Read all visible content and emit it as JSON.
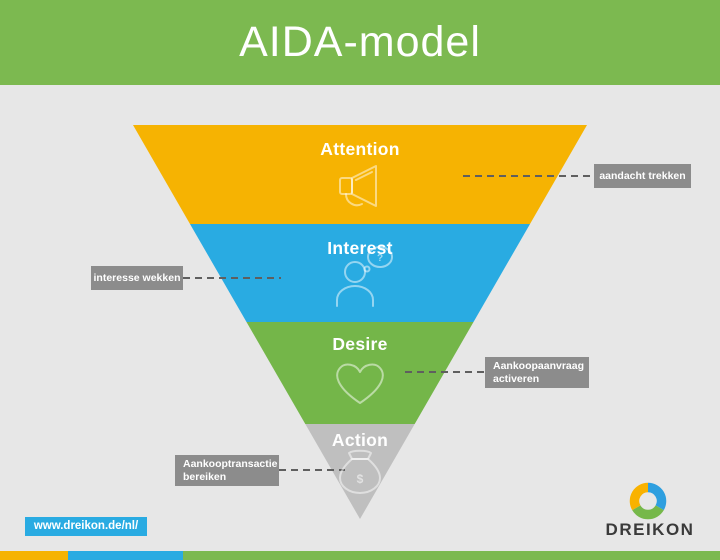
{
  "title": "AIDA-model",
  "page_bg": "#E7E7E7",
  "header": {
    "bg": "#7CB950"
  },
  "funnel": {
    "stages": [
      {
        "name": "Attention",
        "color": "#F6B302",
        "icon": "megaphone-icon",
        "annotation": "aandacht trekken"
      },
      {
        "name": "Interest",
        "color": "#29ABE2",
        "icon": "person-question-icon",
        "annotation": "interesse wekken"
      },
      {
        "name": "Desire",
        "color": "#74B649",
        "icon": "heart-icon",
        "annotation": "Aankoopaanvraag activeren"
      },
      {
        "name": "Action",
        "color": "#BFBFBF",
        "icon": "money-bag-icon",
        "annotation": "Aankooptransactie bereiken"
      }
    ]
  },
  "annotation_style": {
    "bg": "#8C8C8C",
    "text_color": "#FFFFFF"
  },
  "footer": {
    "website_label": "www.dreikon.de/nl/",
    "website_bg": "#29ABE2",
    "logo_text": "DREIKON",
    "logo_text_color": "#3A3A3A",
    "logo_ring_colors": {
      "yellow": "#F9B200",
      "blue": "#2E9FDF",
      "green": "#76B84A"
    },
    "stripe_colors": [
      "#F6B302",
      "#29ABE2",
      "#7CB950"
    ]
  }
}
